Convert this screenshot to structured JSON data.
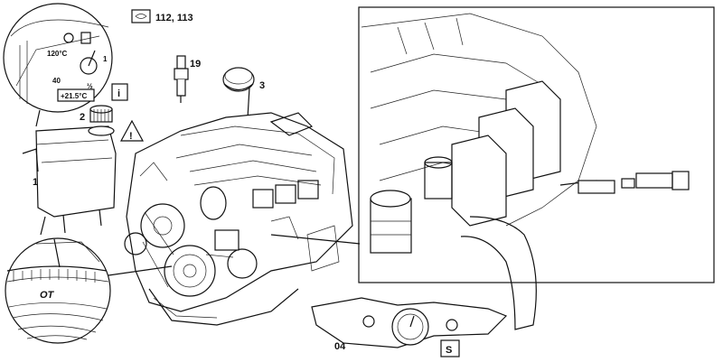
{
  "figure": {
    "ref_numbers": "112, 113",
    "labels": {
      "reservoir": "1",
      "cap": "2",
      "oil_cap": "3",
      "spark_plug": "19",
      "tool": "04"
    },
    "gauge": {
      "temp": "120°C",
      "value_40": "40",
      "half": "½",
      "full": "1",
      "readout": "+21.5°C"
    },
    "pulley_mark": "OT",
    "info_symbol": "i",
    "warning_symbol": "!",
    "tool_symbol": "S"
  }
}
